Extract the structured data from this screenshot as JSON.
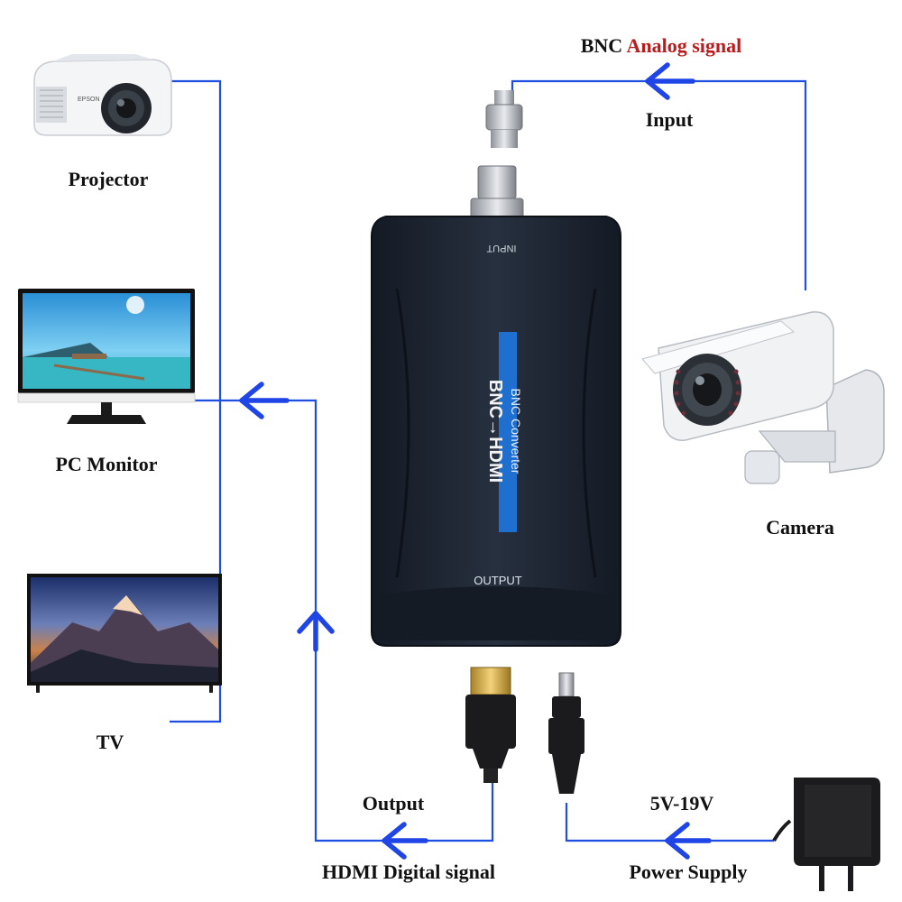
{
  "diagram": {
    "title": {
      "prefix": "BNC",
      "highlight": "Analog signal"
    },
    "labels": {
      "input": "Input",
      "projector": "Projector",
      "pc_monitor": "PC Monitor",
      "tv": "TV",
      "camera": "Camera",
      "output": "Output",
      "hdmi_signal": "HDMI Digital signal",
      "voltage": "5V-19V",
      "power_supply": "Power Supply"
    },
    "device": {
      "input_port": "INPUT",
      "output_port": "OUTPUT",
      "brand_main": "BNC→HDMI",
      "brand_sub": "BNC Converter",
      "projector_brand": "EPSON"
    },
    "colors": {
      "line": "#1f4fe0",
      "arrow": "#1f45e6",
      "accent_red": "#b81c1c",
      "device_body": "#1e2633",
      "stripe": "#1f6fd1"
    }
  }
}
